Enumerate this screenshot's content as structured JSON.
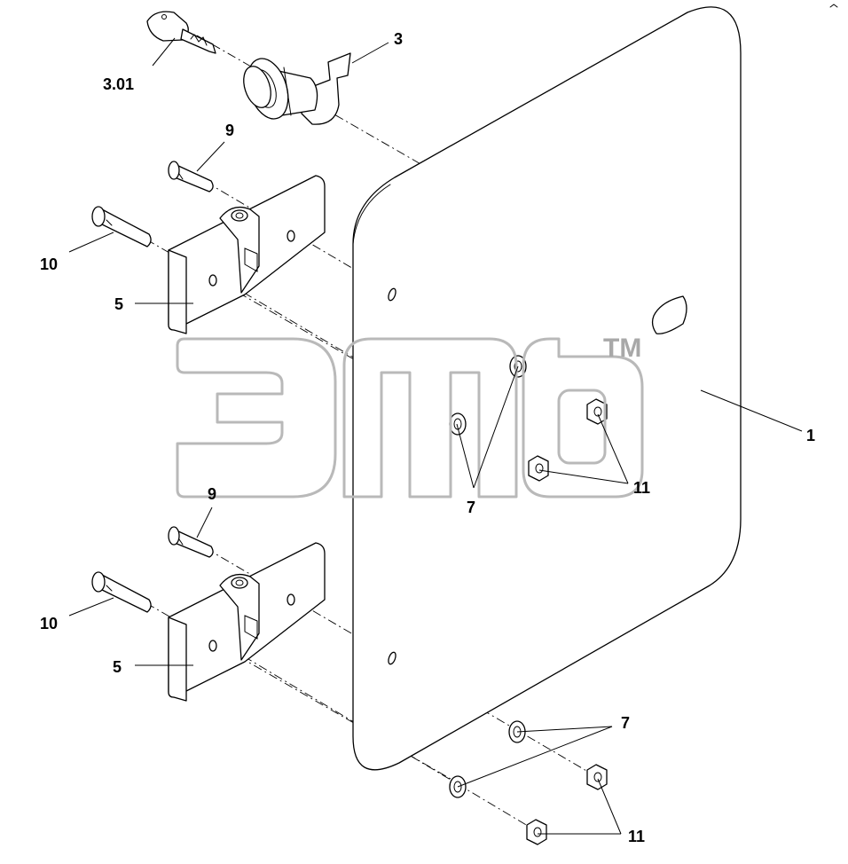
{
  "diagram": {
    "callouts": {
      "key": "3.01",
      "lock": "3",
      "pin_upper": "9",
      "pin_lower": "9",
      "bolt_upper": "10",
      "bolt_lower": "10",
      "hinge_upper": "5",
      "hinge_lower": "5",
      "panel": "1",
      "washer_upper": "7",
      "washer_lower": "7",
      "nut_upper": "11",
      "nut_lower": "11"
    },
    "watermark": {
      "trademark": "TM"
    }
  }
}
